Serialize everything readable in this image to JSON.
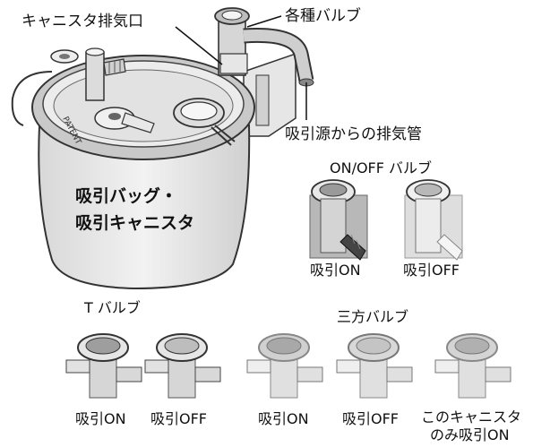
{
  "labels": {
    "canister_exhaust": "キャニスタ排気口",
    "valves": "各種バルブ",
    "exhaust_pipe": "吸引源からの排気管",
    "bag_line1": "吸引バッグ・",
    "bag_line2": "吸引キャニスタ",
    "canister_stamp": "PATENT"
  },
  "onoff": {
    "title": "ON/OFF バルブ",
    "on": "吸引ON",
    "off": "吸引OFF"
  },
  "t_valve": {
    "title": "T バルブ",
    "on": "吸引ON",
    "off": "吸引OFF"
  },
  "three_way": {
    "title": "三方バルブ",
    "on": "吸引ON",
    "off": "吸引OFF",
    "only_line1": "このキャニスタ",
    "only_line2": "のみ吸引ON"
  }
}
